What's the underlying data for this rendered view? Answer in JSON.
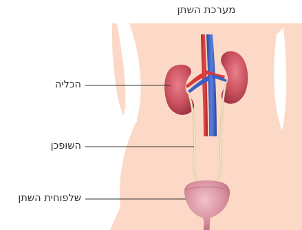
{
  "title": "מערכת השתן",
  "labels": {
    "kidney": "הכליה",
    "ureter": "השופכן",
    "bladder": "שלפוחית השתן"
  },
  "colors": {
    "skin": "#fbd9c6",
    "background": "#ffffff",
    "kidney": "#c9505f",
    "kidney_highlight": "#e9808c",
    "artery": "#d93b3b",
    "vein": "#3b5fc4",
    "ureter": "#e9d7a8",
    "bladder": "#e0a2ae",
    "leader_line": "#333333"
  }
}
